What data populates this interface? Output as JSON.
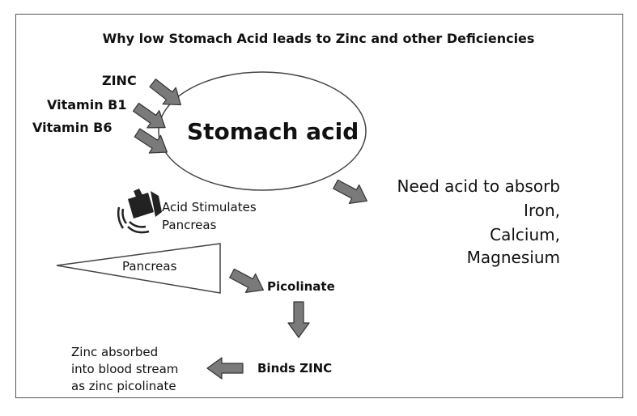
{
  "title": "Why low Stomach Acid leads to Zinc and other Deficiencies",
  "inputs": {
    "zinc": "ZINC",
    "b1": "Vitamin B1",
    "b6": "Vitamin B6"
  },
  "stomach_label": "Stomach acid",
  "absorb": {
    "line1": "Need acid to absorb",
    "line2": "Iron,",
    "line3": "Calcium,",
    "line4": "Magnesium"
  },
  "stimulates": {
    "line1": "Acid Stimulates",
    "line2": "Pancreas"
  },
  "pancreas_label": "Pancreas",
  "picolinate": "Picolinate",
  "binds": "Binds ZINC",
  "absorbed": {
    "line1": "Zinc absorbed",
    "line2": "into blood stream",
    "line3": "as zinc picolinate"
  },
  "colors": {
    "arrow_fill": "#7a7a7a",
    "outline": "#333333"
  }
}
